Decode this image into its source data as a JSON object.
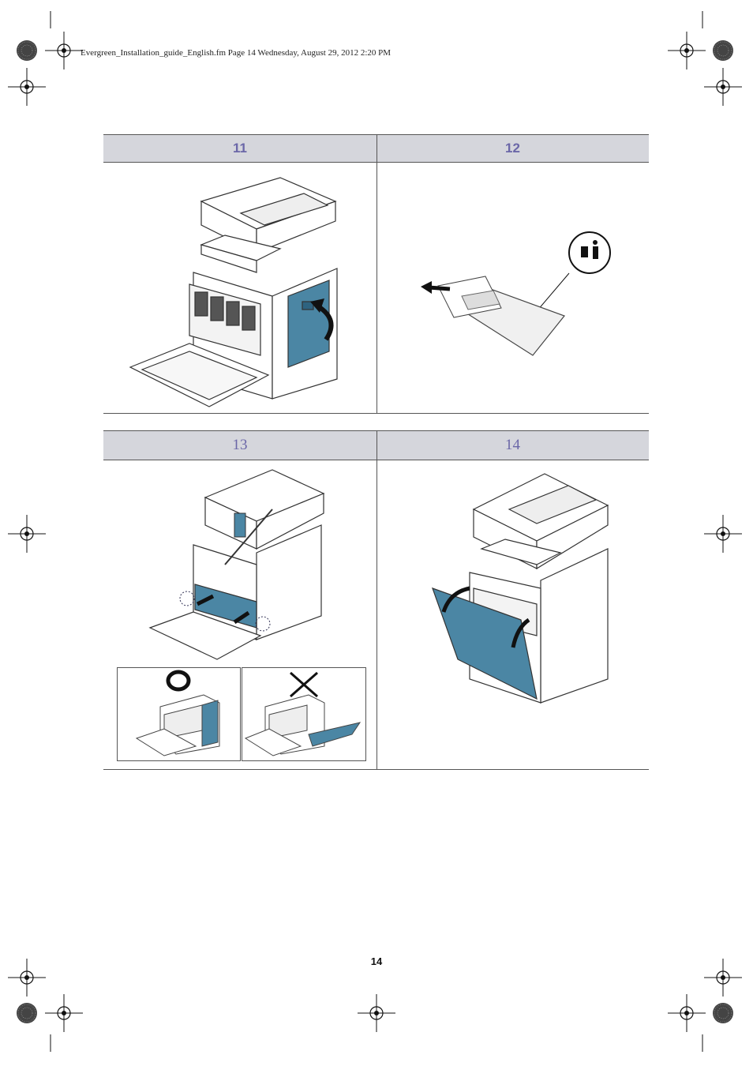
{
  "header": {
    "filename_line": "Evergreen_Installation_guide_English.fm  Page 14  Wednesday, August 29, 2012  2:20 PM"
  },
  "steps": [
    {
      "number": "11"
    },
    {
      "number": "12"
    },
    {
      "number": "13"
    },
    {
      "number": "14"
    }
  ],
  "icons": {
    "step11": "printer-side-cover-close-illustration",
    "step12": "packaging-bag-trash-illustration",
    "step13": "waste-toner-install-illustration",
    "step13_correct": "correct-circle-icon",
    "step13_wrong": "wrong-cross-icon",
    "step14": "printer-front-door-close-illustration"
  },
  "colors": {
    "header_fill": "#d5d6dc",
    "step_number": "#6b67a8",
    "panel_blue": "#4b86a4"
  },
  "footer": {
    "page_number": "14"
  }
}
